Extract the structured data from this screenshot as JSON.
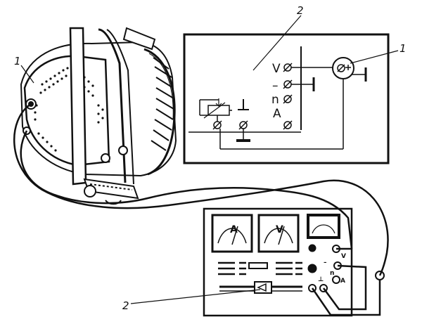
{
  "callouts": {
    "alternator": "1",
    "schematic": "2",
    "schematic_alternator": "1",
    "test_bench": "2"
  },
  "schematic": {
    "terminal_v": "V",
    "terminal_minus": "–",
    "terminal_n": "n",
    "terminal_a": "A",
    "ground_symbol": "⊥"
  },
  "bench": {
    "ammeter_label": "A",
    "voltmeter_label": "V",
    "jack_ground": "⊥",
    "jack_v": "V",
    "jack_n": "n",
    "jack_a": "A",
    "jack_minus": "–"
  },
  "colors": {
    "ink": "#111111",
    "paper": "#ffffff"
  },
  "icons": [
    "alternator-icon",
    "tachometer-icon",
    "slider-rheostat-icon",
    "ground-icon",
    "terminal-screw-icon"
  ]
}
